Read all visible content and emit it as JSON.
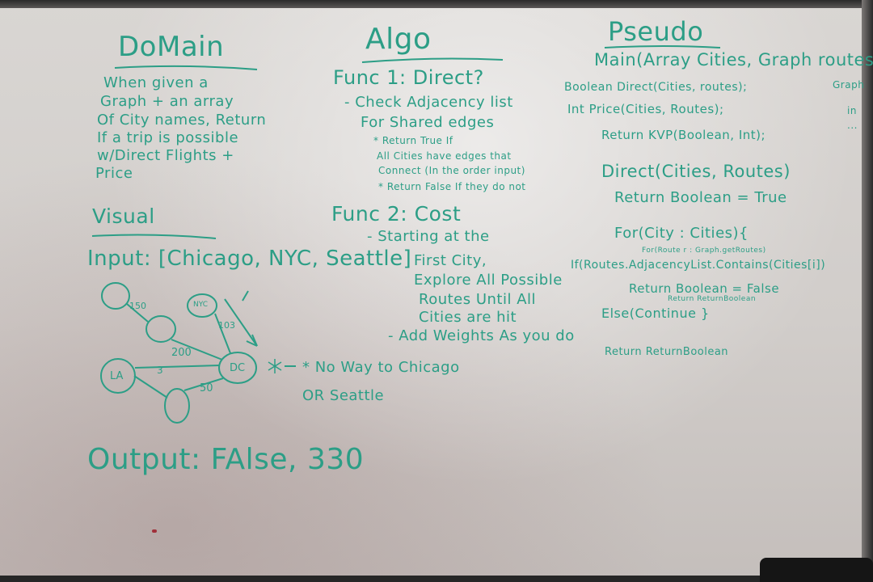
{
  "domain": {
    "heading": "DoMain",
    "lines": [
      "When given a",
      "Graph + an array",
      "Of City names, Return",
      "If a trip is possible",
      "w/Direct Flights +",
      "Price"
    ]
  },
  "visual": {
    "heading": "Visual",
    "input": "Input: [Chicago, NYC, Seattle]",
    "edge_labels": [
      "150",
      "103",
      "200",
      "50",
      "3"
    ],
    "nodes": [
      "NYC",
      "DC",
      "LA"
    ],
    "annotation": [
      "* No Way to Chicago",
      "OR Seattle"
    ],
    "output": "Output: FAlse, 330"
  },
  "algo": {
    "heading": "Algo",
    "func1": "Func 1: Direct?",
    "func1_lines": [
      "- Check Adjacency list",
      "For Shared edges",
      "* Return True If",
      "All Cities have edges that",
      "Connect (In the order input)",
      "* Return False If they do not"
    ],
    "func2": "Func 2: Cost",
    "func2_lines": [
      "- Starting at the",
      "First City,",
      "Explore All Possible",
      "Routes Until All",
      "Cities are hit",
      "- Add Weights As you do"
    ]
  },
  "pseudo": {
    "heading": "Pseudo",
    "main": "Main(Array Cities, Graph routes)",
    "lines": [
      "Boolean Direct(Cities, routes);",
      "Int Price(Cities, Routes);",
      "Return KVP(Boolean, Int);"
    ],
    "direct": "Direct(Cities, Routes)",
    "return_bool": "Return Boolean = True",
    "for_line": "For(City : Cities){",
    "for_sub": "For(Route r : Graph.getRoutes)",
    "if_line": "If(Routes.AdjacencyList.Contains(Cities[i])",
    "return_false": "Return Boolean = False",
    "return_sub": "Return ReturnBoolean",
    "else_line": "Else(Continue }",
    "return_final": "Return ReturnBoolean"
  },
  "edge_right": [
    "Graph",
    "in",
    "..."
  ],
  "ink_color": "#2c9e86"
}
